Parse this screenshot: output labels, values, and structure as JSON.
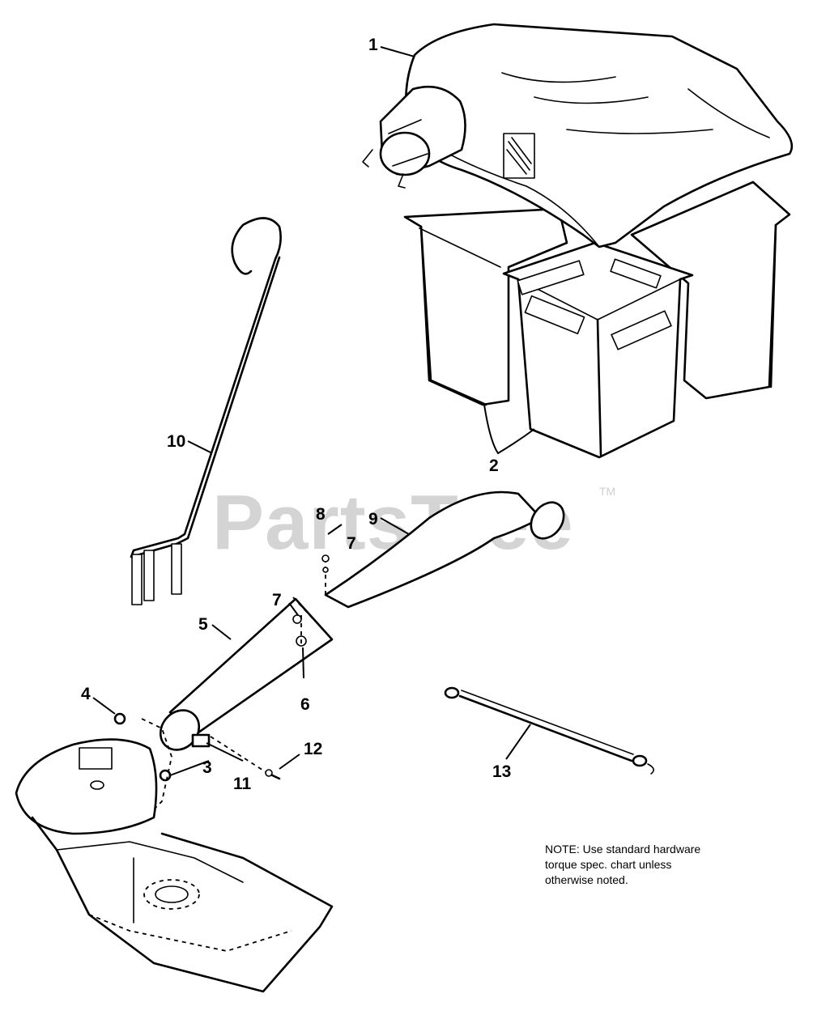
{
  "watermark": {
    "brand": "PartsTree",
    "trademark": "TM"
  },
  "callouts": {
    "c1": "1",
    "c2": "2",
    "c3": "3",
    "c4": "4",
    "c5": "5",
    "c6": "6",
    "c7a": "7",
    "c7b": "7",
    "c8": "8",
    "c9": "9",
    "c10": "10",
    "c11": "11",
    "c12": "12",
    "c13": "13"
  },
  "note": "NOTE: Use standard hardware\ntorque spec. chart unless\notherwise noted."
}
